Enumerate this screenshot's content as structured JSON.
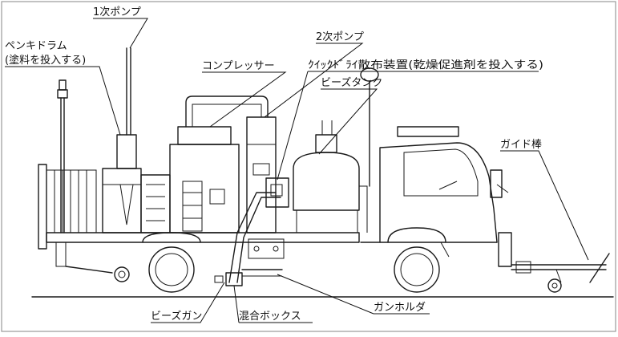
{
  "labels": {
    "primary_pump": "1次ポンプ",
    "paint_drum_line1": "ペンキドラム",
    "paint_drum_line2": "(塗料を投入する)",
    "compressor": "コンプレッサー",
    "secondary_pump": "2次ポンプ",
    "quick_dry_spreader": "ｸｲｯｸﾄﾞﾗｲ散布装置(乾燥促進剤を投入する)",
    "bead_tank": "ビーズタンク",
    "guide_bar": "ガイド棒",
    "bead_gun": "ビーズガン",
    "mixing_box": "混合ボックス",
    "gun_holder": "ガンホルダ"
  },
  "colors": {
    "line": "#1a1a1a",
    "background": "#ffffff",
    "frame": "#9a9a9a"
  }
}
